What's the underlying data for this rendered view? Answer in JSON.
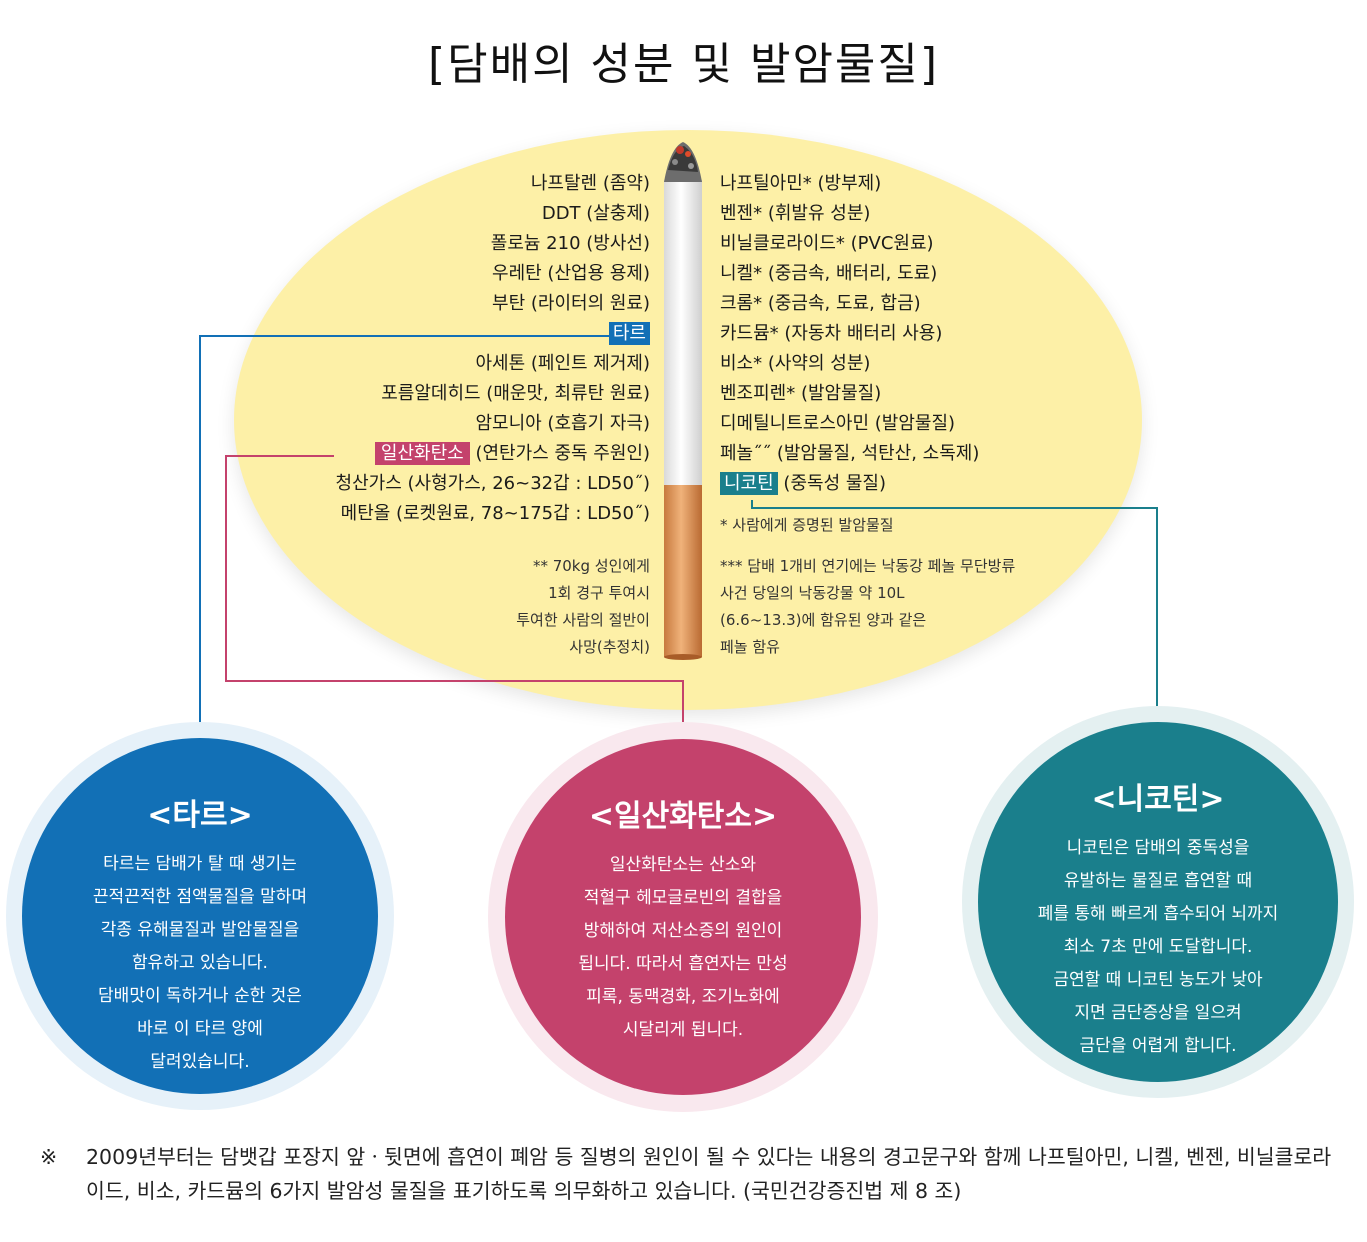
{
  "title": "[담배의 성분 및 발암물질]",
  "left_items": [
    "나프탈렌 (좀약)",
    "DDT (살충제)",
    "폴로늄 210 (방사선)",
    "우레탄 (산업용 용제)",
    "부탄 (라이터의 원료)",
    "",
    "아세톤 (페인트 제거제)",
    "포름알데히드 (매운맛, 최류탄 원료)",
    "암모니아 (호흡기 자극)",
    "",
    "청산가스 (사형가스, 26~32갑 : LD50˝)",
    "메탄올 (로켓원료, 78~175갑 : LD50˝)"
  ],
  "tar_label": "타르",
  "co_label": "일산화탄소",
  "co_suffix": "(연탄가스 중독 주원인)",
  "right_items": [
    "나프틸아민* (방부제)",
    "벤젠* (휘발유 성분)",
    "비닐클로라이드* (PVC원료)",
    "니켈* (중금속, 배터리, 도료)",
    "크롬* (중금속, 도료, 합금)",
    "카드뮴* (자동차 배터리 사용)",
    "비소* (사약의 성분)",
    "벤조피렌* (발암물질)",
    "디메틸니트로스아민 (발암물질)",
    "페놀˝˝ (발암물질, 석탄산, 소독제)"
  ],
  "nicotine_label": "니코틴",
  "nicotine_suffix": "(중독성 물질)",
  "note_star": "* 사람에게 증명된 발암물질",
  "note_left": [
    "** 70kg 성인에게",
    "1회 경구 투여시",
    "투여한 사람의 절반이",
    "사망(추정치)"
  ],
  "note_right": [
    "*** 담배 1개비 연기에는 낙동강 페놀 무단방류",
    "사건 당일의 낙동강물 약 10L",
    "(6.6~13.3)에 함유된 양과 같은",
    "페놀 함유"
  ],
  "circles": [
    {
      "title": "<타르>",
      "lines": [
        "타르는 담배가 탈 때 생기는",
        "끈적끈적한 점액물질을 말하며",
        "각종 유해물질과 발암물질을",
        "함유하고 있습니다.",
        "담배맛이 독하거나 순한 것은",
        "바로 이 타르 양에",
        "달려있습니다."
      ]
    },
    {
      "title": "<일산화탄소>",
      "lines": [
        "일산화탄소는 산소와",
        "적혈구 헤모글로빈의 결합을",
        "방해하여 저산소증의 원인이",
        "됩니다. 따라서 흡연자는 만성",
        "피록, 동맥경화, 조기노화에",
        "시달리게 됩니다."
      ]
    },
    {
      "title": "<니코틴>",
      "lines": [
        "니코틴은 담배의 중독성을",
        "유발하는 물질로 흡연할 때",
        "폐를 통해 빠르게 흡수되어 뇌까지",
        "최소 7초 만에 도달합니다.",
        "금연할 때 니코틴 농도가 낮아",
        "지면 금단증상을 일으켜",
        "금단을 어렵게 합니다."
      ]
    }
  ],
  "colors": {
    "tar": "#1270b6",
    "co": "#c4426c",
    "nicotine": "#1a7f8c",
    "ellipse": "#fdf0a7"
  },
  "footer_mark": "※",
  "footer_text": "2009년부터는 담뱃갑 포장지 앞ㆍ뒷면에 흡연이 폐암 등 질병의 원인이 될 수 있다는 내용의 경고문구와 함께 나프틸아민, 니켈, 벤젠, 비닐클로라이드, 비소, 카드뮴의 6가지 발암성 물질을 표기하도록 의무화하고 있습니다. (국민건강증진법 제 8 조)"
}
